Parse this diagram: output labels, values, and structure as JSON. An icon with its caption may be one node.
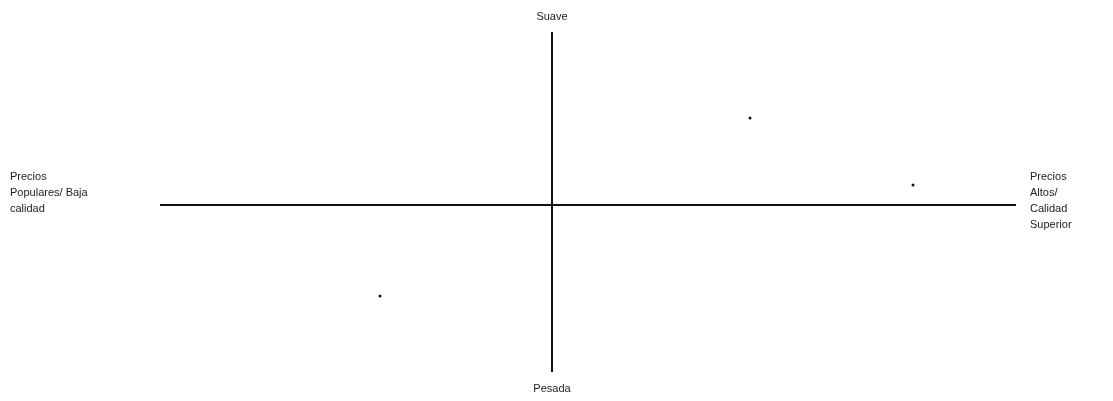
{
  "diagram": {
    "labels": [
      "Suave",
      "Precios Populares/ Baja calidad",
      "Precios Altos/ Calidad Superior",
      "Pesada"
    ]
  }
}
